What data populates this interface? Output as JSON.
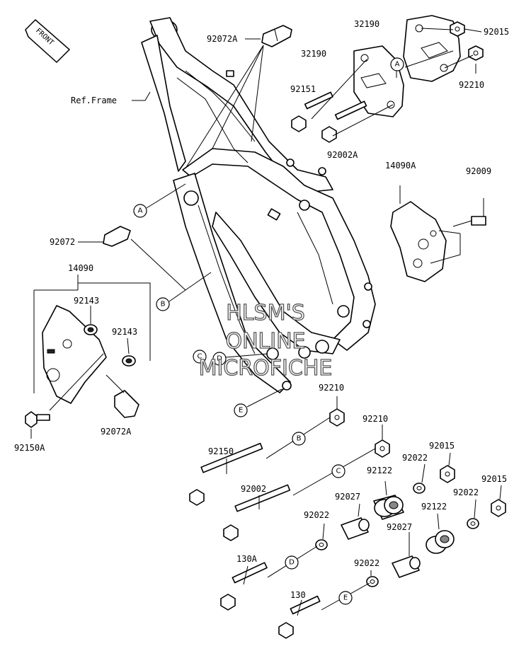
{
  "direction_tag": "FRONT",
  "ref_frame_label": "Ref.Frame",
  "part_labels": {
    "p92072A_top": "92072A",
    "p32190_a": "32190",
    "p32190_b": "32190",
    "p92015_top": "92015",
    "p92210_top": "92210",
    "p92151": "92151",
    "p92002A": "92002A",
    "p14090A": "14090A",
    "p92009": "92009",
    "p92072": "92072",
    "p14090": "14090",
    "p92143_a": "92143",
    "p92143_b": "92143",
    "p92150A": "92150A",
    "p92072A_bottom": "92072A",
    "p92210_mid": "92210",
    "p92210_low": "92210",
    "p92150": "92150",
    "p92002": "92002",
    "p92122_a": "92122",
    "p92022_a": "92022",
    "p92015_mid": "92015",
    "p92015_low": "92015",
    "p92022_b": "92022",
    "p92027_a": "92027",
    "p92022_c": "92022",
    "p92122_b": "92122",
    "p92027_b": "92027",
    "p92022_d": "92022",
    "p130A": "130A",
    "p130": "130"
  },
  "callouts": {
    "a_top": "A",
    "a_frame": "A",
    "b_frame": "B",
    "b_bolt": "B",
    "c_frame": "C",
    "c_bolt": "C",
    "d_frame": "D",
    "d_bolt": "D",
    "e_frame": "E",
    "e_bolt": "E"
  },
  "watermark": {
    "line1": "HLSM'S",
    "line2": "ONLINE",
    "line3": "MICROFICHE"
  }
}
